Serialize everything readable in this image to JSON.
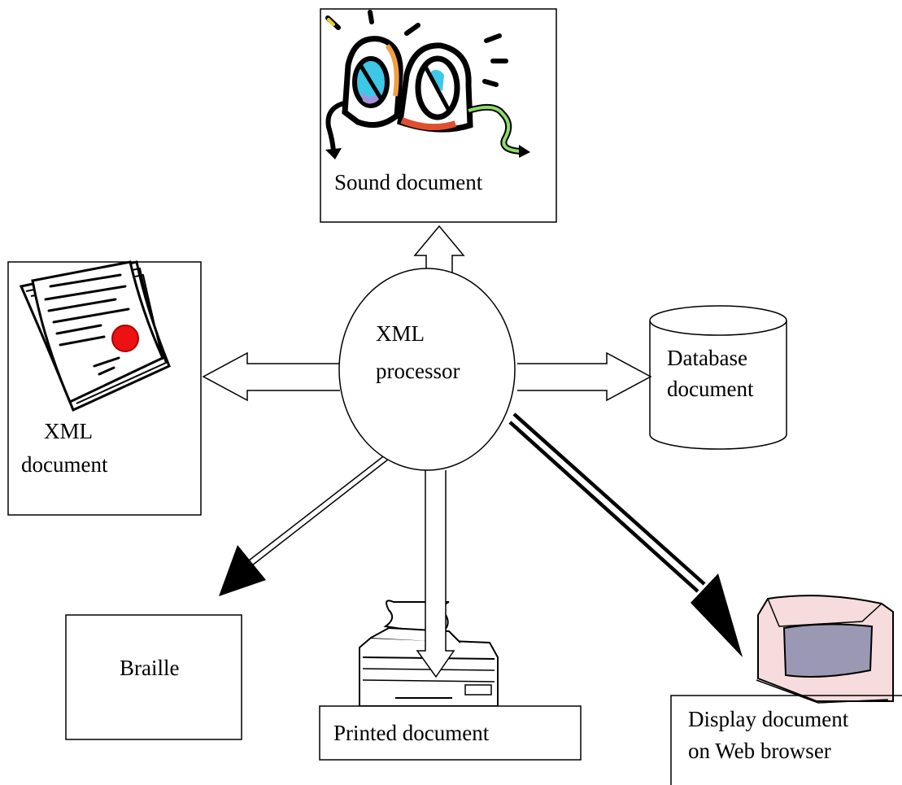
{
  "diagram": {
    "processor": {
      "line1": "XML",
      "line2": "processor"
    },
    "nodes": {
      "sound": {
        "label": "Sound document",
        "icon": "speakers-icon"
      },
      "xml_doc": {
        "line1": "XML",
        "line2": "document",
        "icon": "certificate-document-icon"
      },
      "database": {
        "line1": "Database",
        "line2": "document",
        "icon": "database-cylinder-icon"
      },
      "braille": {
        "label": "Braille"
      },
      "printed": {
        "label": "Printed document",
        "icon": "printer-icon"
      },
      "display": {
        "line1": "Display document",
        "line2": "on Web browser",
        "icon": "computer-monitor-icon"
      }
    },
    "colors": {
      "seal": "#ee1111",
      "monitor_body": "#f6dcdc",
      "monitor_screen": "#9a98b2",
      "speaker_cyan": "#3cc8e6",
      "speaker_orange": "#f0a040",
      "speaker_green": "#8edc6a",
      "speaker_red": "#e05030",
      "speaker_violet": "#a890d8"
    }
  }
}
